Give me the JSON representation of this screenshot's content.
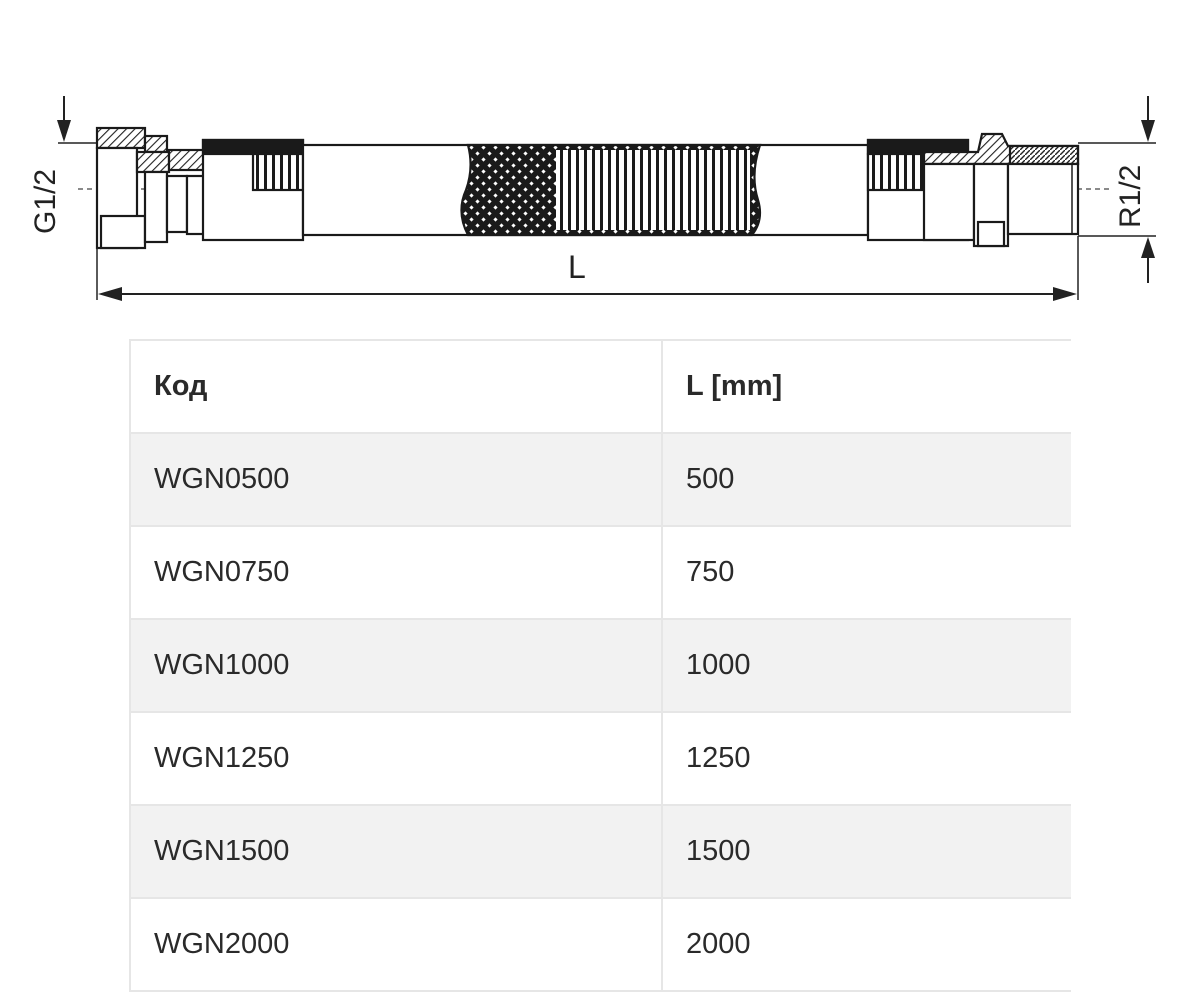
{
  "drawing": {
    "dim_left": "G1/2",
    "dim_right": "R1/2",
    "dim_length": "L"
  },
  "table": {
    "headers": [
      "Код",
      "L [mm]"
    ],
    "rows": [
      [
        "WGN0500",
        "500"
      ],
      [
        "WGN0750",
        "750"
      ],
      [
        "WGN1000",
        "1000"
      ],
      [
        "WGN1250",
        "1250"
      ],
      [
        "WGN1500",
        "1500"
      ],
      [
        "WGN2000",
        "2000"
      ]
    ]
  }
}
